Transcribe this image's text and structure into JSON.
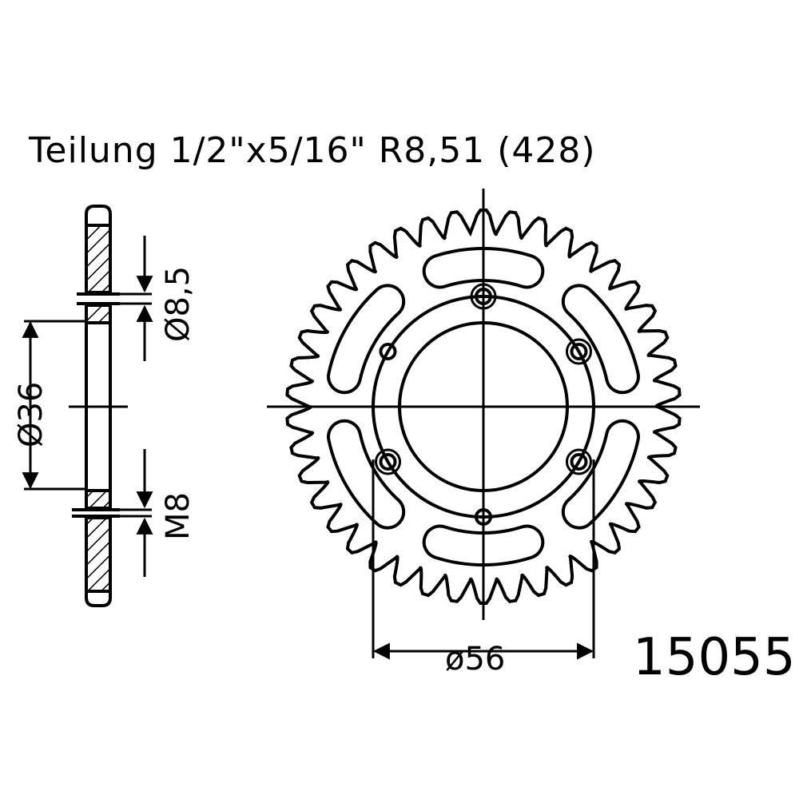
{
  "heading": "Teilung 1/2\"x5/16\" R8,51 (428)",
  "part_number": "15055",
  "dimensions": {
    "hole_diameter": "Ø8,5",
    "bore_diameter": "Ø36",
    "bolt_size": "M8",
    "bolt_circle": "ø56"
  },
  "sprocket": {
    "teeth": 42,
    "bolt_holes": 6,
    "slots": 6
  },
  "colors": {
    "line": "#000000",
    "background": "#ffffff"
  }
}
